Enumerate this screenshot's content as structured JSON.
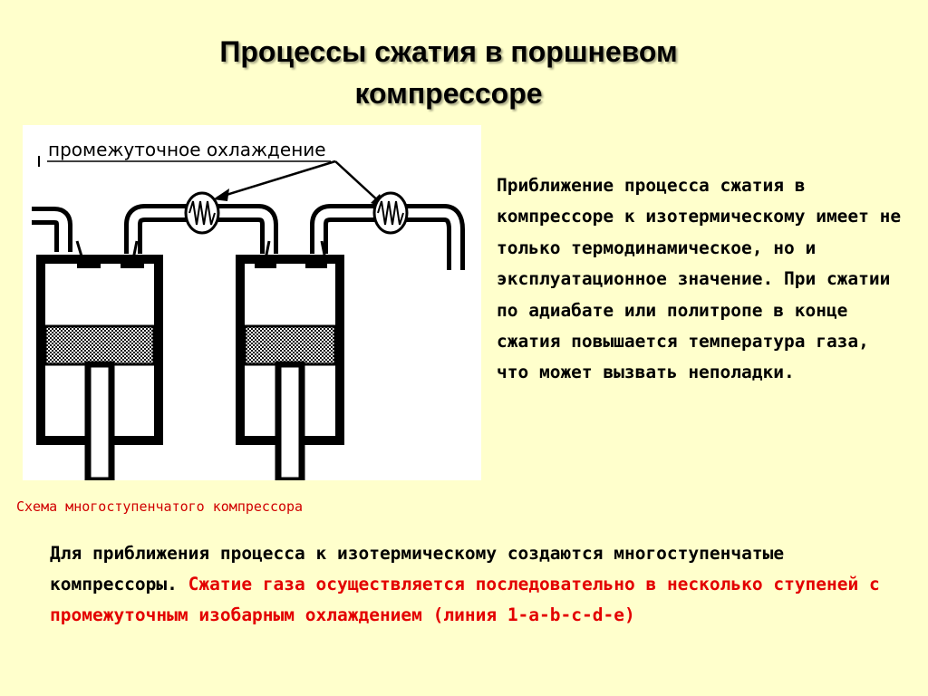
{
  "slide": {
    "title": "Процессы сжатия в поршневом компрессоре",
    "colors": {
      "background": "#ffffcc",
      "caption": "#d00000",
      "highlight": "#e30000"
    }
  },
  "figure": {
    "label": "промежуточное охлаждение",
    "caption": "Схема многоступенчатого компрессора"
  },
  "side_text": "Приближение процесса сжатия в компрессоре к изотермическому имеет не только термодинамическое, но и эксплуатационное значение. При сжатии по адиабате или политропе в конце сжатия повышается температура газа, что может вызвать неполадки.",
  "bottom_text": {
    "black_part": "Для приближения процесса к изотермическому создаются многоступенчатые компрессоры.",
    "red_part": "Сжатие газа осуществляется последовательно в несколько ступеней с промежуточным изобарным охлаждением (линия 1-a-b-c-d-e)"
  }
}
